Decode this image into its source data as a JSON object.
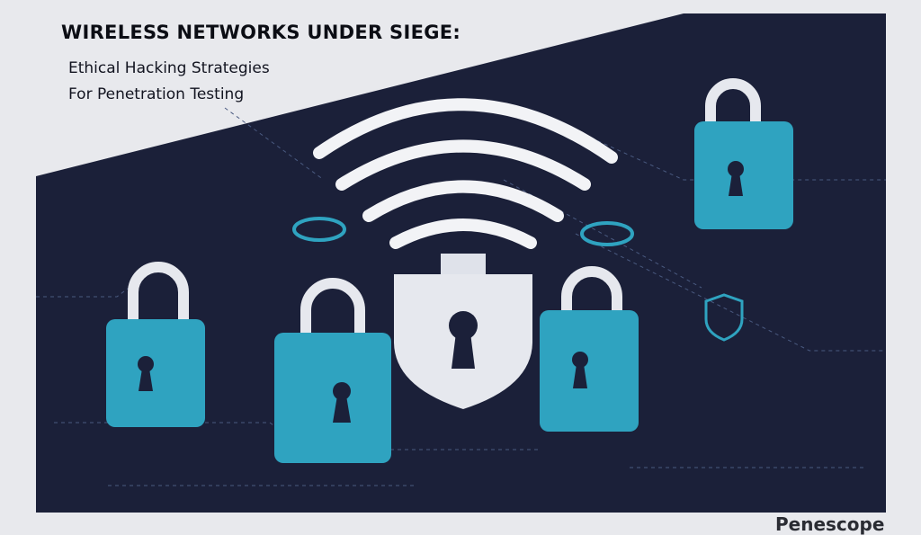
{
  "header": {
    "title": "WIRELESS NETWORKS UNDER SIEGE:",
    "subtitle_line1": "Ethical Hacking Strategies",
    "subtitle_line2": "For Penetration Testing"
  },
  "brand": {
    "name": "Penescope"
  },
  "colors": {
    "background": "#e8e9ed",
    "panel": "#1b2039",
    "lock": "#2fa3c0",
    "shield": "#e6e8ee",
    "wifi": "#f2f3f6"
  },
  "icons": [
    "wifi-signal-icon",
    "shield-keyhole-icon",
    "padlock-icon",
    "small-shield-icon"
  ]
}
